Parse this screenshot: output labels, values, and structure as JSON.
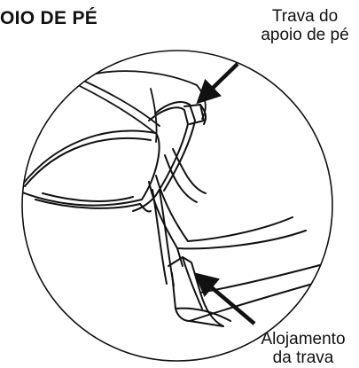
{
  "section_title": "OIO DE PÉ",
  "callouts": {
    "latch": {
      "line1": "Trava do",
      "line2": "apoio de pé"
    },
    "housing": {
      "line1": "Alojamento",
      "line2": "da trava"
    }
  },
  "colors": {
    "ink": "#111111",
    "background": "#ffffff"
  }
}
